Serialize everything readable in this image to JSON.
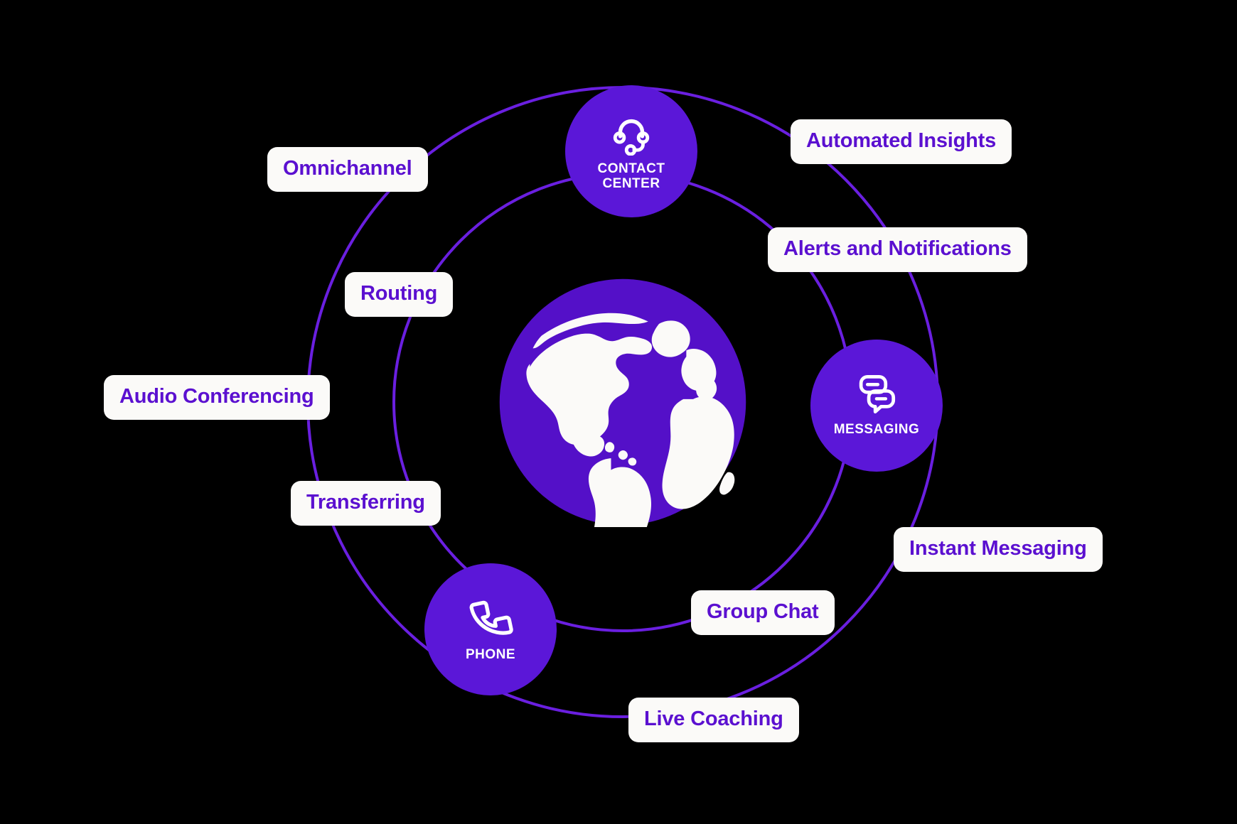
{
  "diagram": {
    "type": "orbital-hub-diagram",
    "background_color": "#000000",
    "accent_color": "#5B17D8",
    "pill_bg_color": "#FBFAF8",
    "pill_text_color": "#5B10D0",
    "ring_color": "#6A1FE0",
    "center": {
      "name": "globe",
      "icon": "globe-icon",
      "description": "Purple globe showing the Americas, Europe and Africa"
    },
    "nodes": [
      {
        "id": "contact-center",
        "label": "CONTACT\nCENTER",
        "label_line1": "CONTACT",
        "label_line2": "CENTER",
        "icon": "headset-icon"
      },
      {
        "id": "messaging",
        "label": "MESSAGING",
        "label_line1": "MESSAGING",
        "label_line2": "",
        "icon": "chat-bubbles-icon"
      },
      {
        "id": "phone",
        "label": "PHONE",
        "label_line1": "PHONE",
        "label_line2": "",
        "icon": "phone-handset-icon"
      }
    ],
    "pills": [
      {
        "id": "omnichannel",
        "label": "Omnichannel"
      },
      {
        "id": "automated-insights",
        "label": "Automated Insights"
      },
      {
        "id": "alerts",
        "label": "Alerts and Notifications"
      },
      {
        "id": "routing",
        "label": "Routing"
      },
      {
        "id": "audio-conferencing",
        "label": "Audio Conferencing"
      },
      {
        "id": "transferring",
        "label": "Transferring"
      },
      {
        "id": "instant-messaging",
        "label": "Instant Messaging"
      },
      {
        "id": "group-chat",
        "label": "Group Chat"
      },
      {
        "id": "live-coaching",
        "label": "Live Coaching"
      }
    ],
    "rings": [
      {
        "id": "outer-ring",
        "radius": 443
      },
      {
        "id": "inner-ring",
        "radius": 322
      }
    ]
  }
}
